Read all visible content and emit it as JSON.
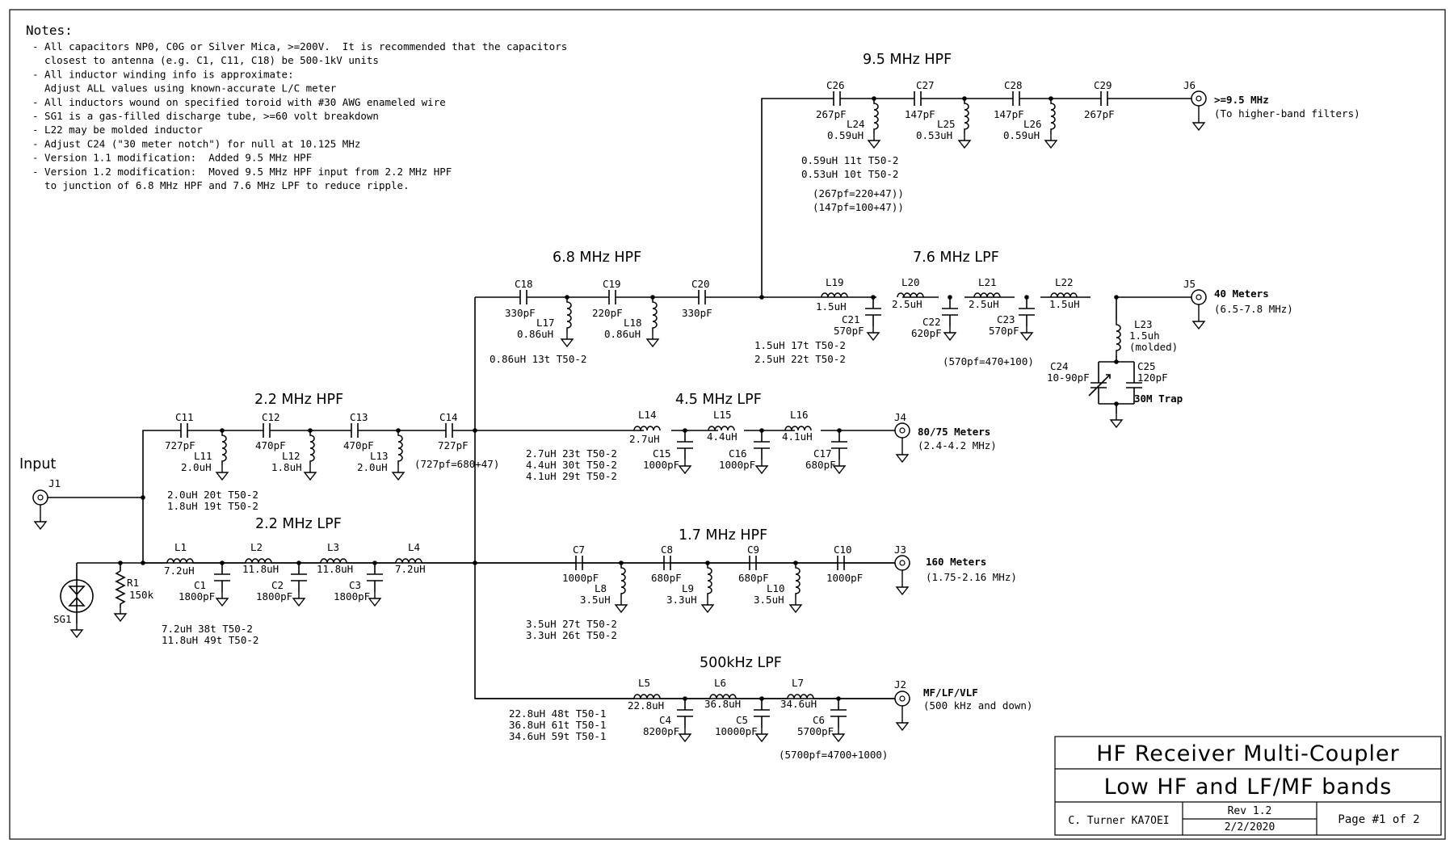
{
  "notes": {
    "title": "Notes:",
    "lines": [
      "- All capacitors NP0, C0G or Silver Mica, >=200V.  It is recommended that the capacitors",
      "  closest to antenna (e.g. C1, C11, C18) be 500-1kV units",
      "- All inductor winding info is approximate:",
      "  Adjust ALL values using known-accurate L/C meter",
      "- All inductors wound on specified toroid with #30 AWG enameled wire",
      "- SG1 is a gas-filled discharge tube, >=60 volt breakdown",
      "- L22 may be molded inductor",
      "- Adjust C24 (\"30 meter notch\") for null at 10.125 MHz",
      "- Version 1.1 modification:  Added 9.5 MHz HPF",
      "- Version 1.2 modification:  Moved 9.5 MHz HPF input from 2.2 MHz HPF",
      "  to junction of 6.8 MHz HPF and 7.6 MHz LPF to reduce ripple."
    ]
  },
  "input": {
    "label": "Input",
    "jack": "J1"
  },
  "protect": {
    "sg": "SG1",
    "r_ref": "R1",
    "r_val": "150k"
  },
  "sections": {
    "hpf95": "9.5 MHz HPF",
    "hpf68": "6.8 MHz HPF",
    "lpf76": "7.6 MHz LPF",
    "hpf22": "2.2 MHz HPF",
    "lpf45": "4.5 MHz LPF",
    "lpf22": "2.2 MHz LPF",
    "hpf17": "1.7 MHz HPF",
    "lpf500": "500kHz LPF"
  },
  "c": {
    "C1": "1800pF",
    "C2": "1800pF",
    "C3": "1800pF",
    "C4": "8200pF",
    "C5": "10000pF",
    "C6": "5700pF",
    "C7": "1000pF",
    "C8": "680pF",
    "C9": "680pF",
    "C10": "1000pF",
    "C11": "727pF",
    "C12": "470pF",
    "C13": "470pF",
    "C14": "727pF",
    "C15": "1000pF",
    "C16": "1000pF",
    "C17": "680pF",
    "C18": "330pF",
    "C19": "220pF",
    "C20": "330pF",
    "C21": "570pF",
    "C22": "620pF",
    "C23": "570pF",
    "C24": "10-90pF",
    "C25": "120pF",
    "C26": "267pF",
    "C27": "147pF",
    "C28": "147pF",
    "C29": "267pF"
  },
  "l": {
    "L1": "7.2uH",
    "L2": "11.8uH",
    "L3": "11.8uH",
    "L4": "7.2uH",
    "L5": "22.8uH",
    "L6": "36.8uH",
    "L7": "34.6uH",
    "L8": "3.5uH",
    "L9": "3.3uH",
    "L10": "3.5uH",
    "L11": "2.0uH",
    "L12": "1.8uH",
    "L13": "2.0uH",
    "L14": "2.7uH",
    "L15": "4.4uH",
    "L16": "4.1uH",
    "L17": "0.86uH",
    "L18": "0.86uH",
    "L19": "1.5uH",
    "L20": "2.5uH",
    "L21": "2.5uH",
    "L22": "1.5uH",
    "L23": "1.5uh",
    "L23_note": "(molded)",
    "L24": "0.59uH",
    "L25": "0.53uH",
    "L26": "0.59uH"
  },
  "winding": {
    "w95a": "0.59uH 11t T50-2",
    "w95b": "0.53uH 10t T50-2",
    "w95c": "(267pf=220+47))",
    "w95d": "(147pf=100+47))",
    "w68": "0.86uH 13t T50-2",
    "w76a": "1.5uH 17t T50-2",
    "w76b": "2.5uH 22t T50-2",
    "w76c": "(570pf=470+100)",
    "w22a": "2.0uH 20t T50-2",
    "w22b": "1.8uH 19t T50-2",
    "w22c": "(727pf=680+47)",
    "w45a": "2.7uH 23t T50-2",
    "w45b": "4.4uH 30t T50-2",
    "w45c": "4.1uH 29t T50-2",
    "wl22a": "7.2uH 38t T50-2",
    "wl22b": "11.8uH 49t T50-2",
    "w17a": "3.5uH 27t T50-2",
    "w17b": "3.3uH 26t T50-2",
    "w500a": "22.8uH 48t T50-1",
    "w500b": "36.8uH 61t T50-1",
    "w500c": "34.6uH 59t T50-1",
    "w500d": "(5700pf=4700+1000)"
  },
  "trap": "30M Trap",
  "outputs": {
    "J6": {
      "ref": "J6",
      "band": ">=9.5 MHz",
      "range": "(To higher-band filters)"
    },
    "J5": {
      "ref": "J5",
      "band": "40 Meters",
      "range": "(6.5-7.8 MHz)"
    },
    "J4": {
      "ref": "J4",
      "band": "80/75 Meters",
      "range": "(2.4-4.2 MHz)"
    },
    "J3": {
      "ref": "J3",
      "band": "160 Meters",
      "range": "(1.75-2.16 MHz)"
    },
    "J2": {
      "ref": "J2",
      "band": "MF/LF/VLF",
      "range": "(500 kHz and down)"
    }
  },
  "title_block": {
    "title": "HF Receiver Multi-Coupler",
    "subtitle": "Low HF and LF/MF bands",
    "author": "C. Turner KA7OEI",
    "rev": "Rev 1.2",
    "date": "2/2/2020",
    "page": "Page #1 of 2"
  }
}
